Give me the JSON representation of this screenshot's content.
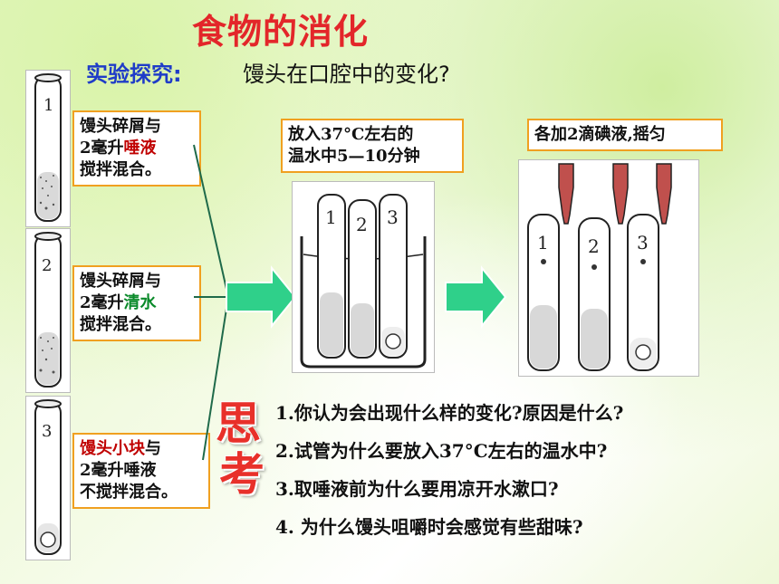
{
  "title": "食物的消化",
  "subtitle": {
    "label": "实验探究:",
    "text": "馒头在口腔中的变化?"
  },
  "tubes": [
    {
      "number": "1",
      "desc": [
        "馒头碎屑与",
        "2毫升",
        "唾液",
        "搅拌混合。"
      ]
    },
    {
      "number": "2",
      "desc": [
        "馒头碎屑与",
        "2毫升",
        "清水",
        "搅拌混合。"
      ]
    },
    {
      "number": "3",
      "desc": [
        "馒头小块",
        "与",
        "2毫升唾液",
        "不搅拌混合。"
      ]
    }
  ],
  "step1": {
    "line1": "放入37°C左右的",
    "line2": "温水中5—10分钟"
  },
  "step2": {
    "text": "各加2滴碘液,摇匀"
  },
  "beaker_tubes": [
    "1",
    "2",
    "3"
  ],
  "dropper_tubes": [
    "1",
    "2",
    "3"
  ],
  "thinking": [
    "思",
    "考"
  ],
  "questions": [
    "1.你认为会出现什么样的变化?原因是什么?",
    "2.试管为什么要放入37°C左右的温水中?",
    "3.取唾液前为什么要用凉开水漱口?",
    "4. 为什么馒头咀嚼时会感觉有些甜味?"
  ],
  "colors": {
    "title": "#e3262a",
    "subtitle_label": "#1f3cc8",
    "box_border": "#f0a020",
    "arrow": "#2fd08a",
    "line": "#1f6a4a"
  }
}
